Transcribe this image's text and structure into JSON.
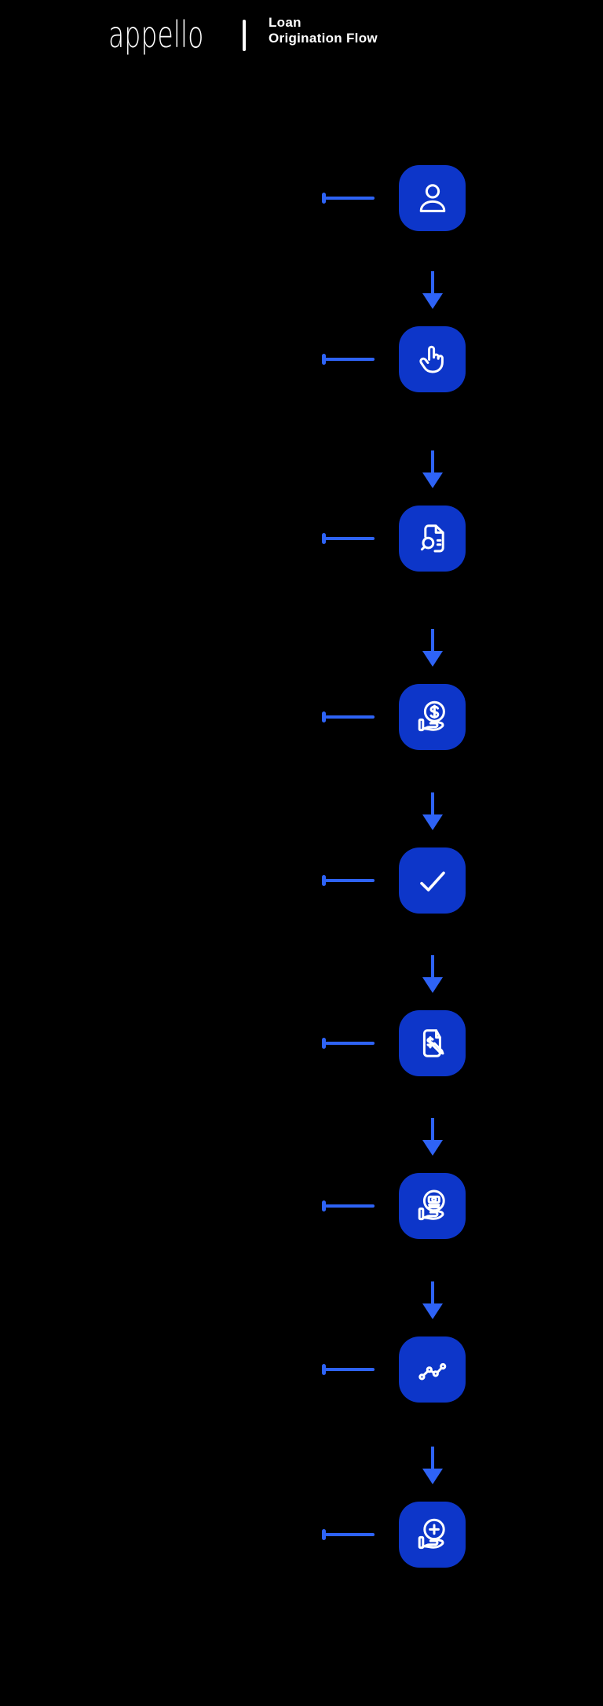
{
  "page": {
    "background_color": "#000000"
  },
  "header": {
    "brand": "appello",
    "title_line1": "Loan",
    "title_line2": "Origination Flow"
  },
  "flow": {
    "tile_color": "#0d36c9",
    "accent_color": "#2e63f6",
    "icon_color": "#ffffff",
    "steps": [
      {
        "icon": "user-icon"
      },
      {
        "icon": "tap-icon"
      },
      {
        "icon": "document-search-icon"
      },
      {
        "icon": "coin-hand-icon"
      },
      {
        "icon": "check-icon"
      },
      {
        "icon": "document-sign-icon"
      },
      {
        "icon": "cash-hand-icon"
      },
      {
        "icon": "chart-line-icon"
      },
      {
        "icon": "plus-hand-icon"
      }
    ]
  }
}
